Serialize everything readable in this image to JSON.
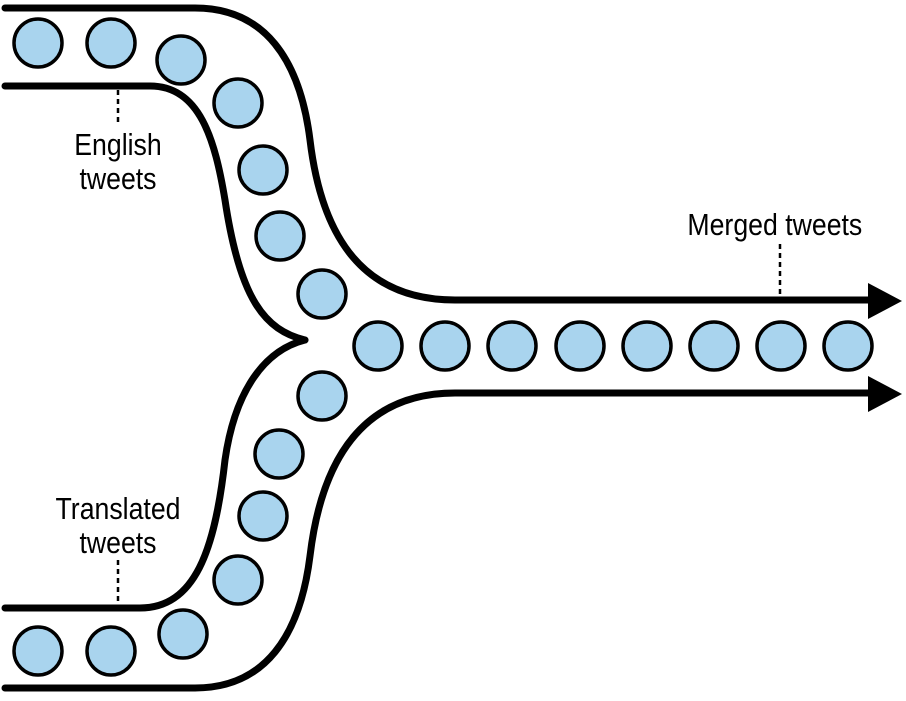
{
  "labels": {
    "english_line1": "English",
    "english_line2": "tweets",
    "translated_line1": "Translated",
    "translated_line2": "tweets",
    "merged": "Merged tweets"
  },
  "colors": {
    "tweet_fill": "#a9d4ee",
    "outline": "#000000",
    "background": "#ffffff"
  }
}
